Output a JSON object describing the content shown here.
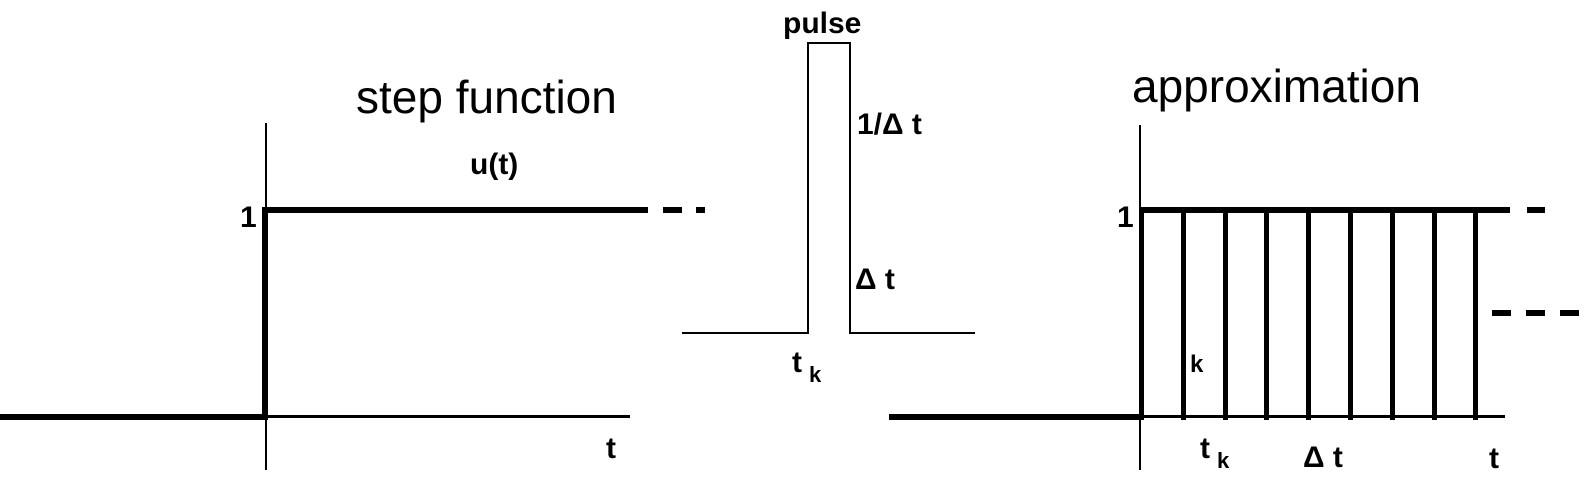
{
  "colors": {
    "ink": "#000000",
    "background": "#ffffff"
  },
  "left_panel": {
    "title": "step function",
    "function_label": "u(t)",
    "amplitude_label": "1",
    "time_axis_label": "t"
  },
  "middle_panel": {
    "title": "pulse",
    "height_label": "1/Δ t",
    "width_label": "Δ t",
    "time_label": {
      "base": "t",
      "subscript": "k"
    }
  },
  "right_panel": {
    "title": "approximation",
    "amplitude_label": "1",
    "pulse_index_label": "k",
    "time_label": {
      "base": "t",
      "subscript": "k"
    },
    "width_label": "Δ t",
    "time_axis_label": "t",
    "pulse_edge_count": 9
  }
}
